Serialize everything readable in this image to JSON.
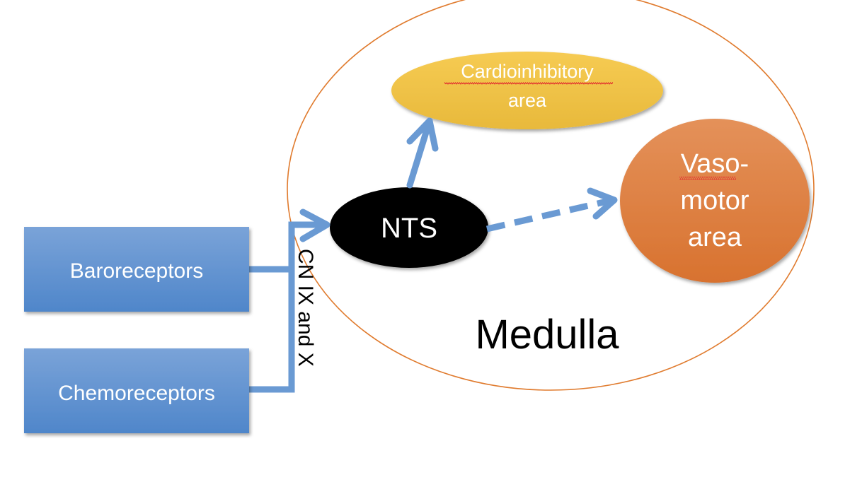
{
  "diagram": {
    "region": {
      "label": "Medulla",
      "outline_color": "#E07B2E"
    },
    "nodes": {
      "baroreceptors": {
        "label": "Baroreceptors",
        "color": "#5B8FCF"
      },
      "chemoreceptors": {
        "label": "Chemoreceptors",
        "color": "#5B8FCF"
      },
      "nts": {
        "label": "NTS",
        "color": "#000000"
      },
      "cardioinhibitory": {
        "label_line1": "Cardioinhibitory",
        "label_line2": "area",
        "color": "#F2C440"
      },
      "vasomotor": {
        "label_line1": "Vaso-",
        "label_line2": "motor",
        "label_line3": "area",
        "color": "#E2813F"
      }
    },
    "connector_label": "CN IX and X",
    "edges": [
      {
        "from": "Baroreceptors",
        "to": "NTS",
        "style": "solid",
        "via": "CN IX and X"
      },
      {
        "from": "Chemoreceptors",
        "to": "NTS",
        "style": "solid",
        "via": "CN IX and X"
      },
      {
        "from": "NTS",
        "to": "Cardioinhibitory area",
        "style": "solid"
      },
      {
        "from": "NTS",
        "to": "Vaso-motor area",
        "style": "dashed"
      }
    ],
    "arrow_color": "#6A9AD3"
  }
}
